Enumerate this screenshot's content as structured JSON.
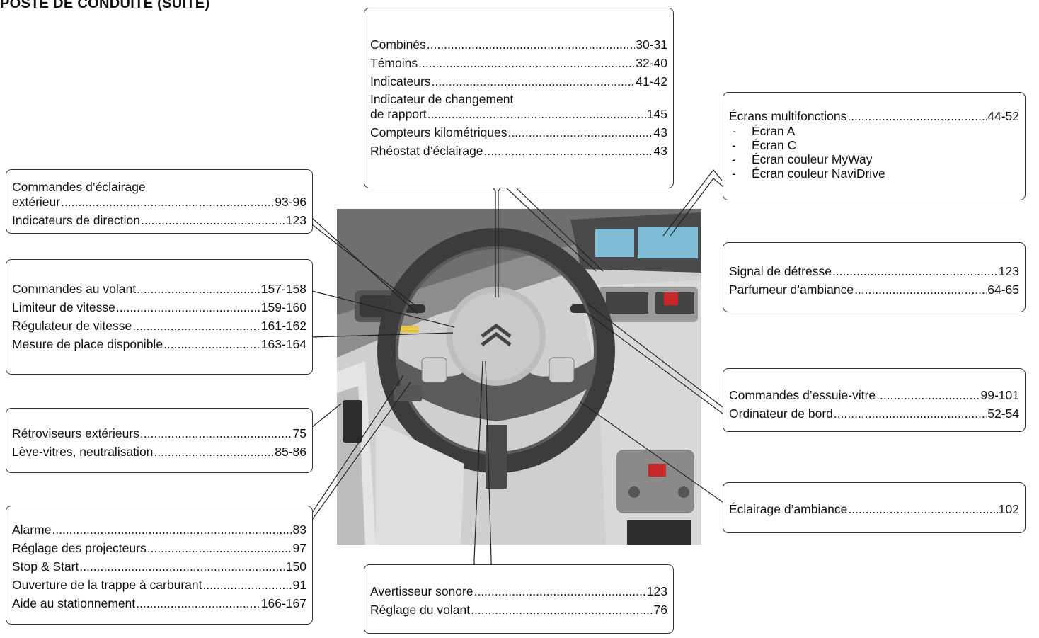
{
  "page_title": "POSTE DE CONDUITE (SUITE)",
  "boxes": {
    "combines": {
      "entries": [
        {
          "label": "Combinés",
          "page": "30-31"
        },
        {
          "label": "Témoins",
          "page": "32-40"
        },
        {
          "label": "Indicateurs",
          "page": "41-42"
        },
        {
          "line1": "Indicateur de changement",
          "label": "de rapport",
          "page": "145"
        },
        {
          "label": "Compteurs kilométriques",
          "page": "43"
        },
        {
          "label": "Rhéostat d’éclairage",
          "page": "43"
        }
      ]
    },
    "ecrans": {
      "label": "Écrans multifonctions",
      "page": "44-52",
      "items": [
        "Écran A",
        "Écran C",
        "Écran couleur MyWay",
        "Écran couleur NaviDrive"
      ]
    },
    "eclairage_ext": {
      "entries": [
        {
          "line1": "Commandes d’éclairage",
          "label": "extérieur",
          "page": "93-96"
        },
        {
          "label": "Indicateurs de direction",
          "page": "123"
        }
      ]
    },
    "volant": {
      "entries": [
        {
          "label": "Commandes au volant",
          "page": "157-158"
        },
        {
          "label": "Limiteur de vitesse",
          "page": "159-160"
        },
        {
          "label": "Régulateur de vitesse",
          "page": "161-162"
        },
        {
          "label": "Mesure de place disponible",
          "page": "163-164"
        }
      ]
    },
    "detresse": {
      "entries": [
        {
          "label": "Signal de détresse",
          "page": "123"
        },
        {
          "label": "Parfumeur d’ambiance",
          "page": "64-65"
        }
      ]
    },
    "retro": {
      "entries": [
        {
          "label": "Rétroviseurs extérieurs",
          "page": "75"
        },
        {
          "label": "Lève-vitres, neutralisation",
          "page": "85-86"
        }
      ]
    },
    "essuie": {
      "entries": [
        {
          "label": "Commandes d’essuie-vitre",
          "page": "99-101"
        },
        {
          "label": "Ordinateur de bord",
          "page": "52-54"
        }
      ]
    },
    "ambiance": {
      "entries": [
        {
          "label": "Éclairage d’ambiance",
          "page": "102"
        }
      ]
    },
    "alarme": {
      "entries": [
        {
          "label": "Alarme",
          "page": "83"
        },
        {
          "label": "Réglage des projecteurs",
          "page": "97"
        },
        {
          "label": "Stop & Start",
          "page": "150"
        },
        {
          "label": "Ouverture de la trappe à carburant",
          "page": "91"
        },
        {
          "label": "Aide au stationnement",
          "page": "166-167"
        }
      ]
    },
    "avertisseur": {
      "entries": [
        {
          "label": "Avertisseur sonore",
          "page": "123"
        },
        {
          "label": "Réglage du volant",
          "page": "76"
        }
      ]
    }
  },
  "colors": {
    "text": "#111111",
    "border": "#333333",
    "photo_bg": "#cfcfcf",
    "screen_blue": "#7fbcd6",
    "hazard_red": "#c8282a"
  }
}
